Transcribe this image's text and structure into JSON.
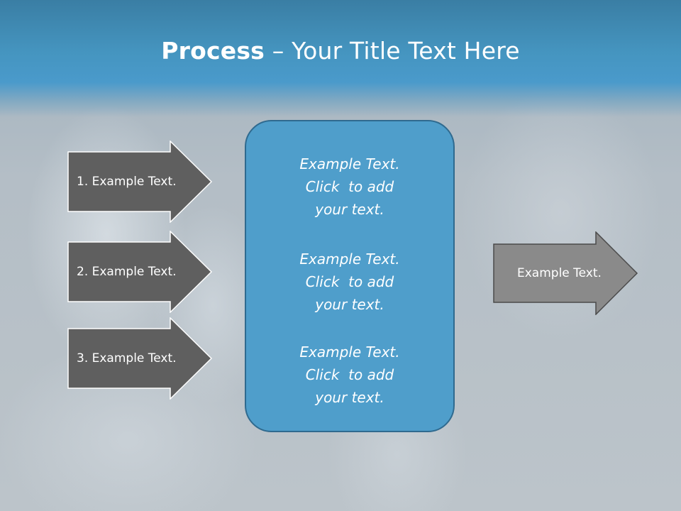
{
  "slide": {
    "title_bold": "Process",
    "title_rest": " – Your Title Text Here"
  },
  "input_arrows": [
    {
      "label": "1. Example Text."
    },
    {
      "label": "2. Example Text."
    },
    {
      "label": "3. Example Text."
    }
  ],
  "center_box": {
    "blocks": [
      {
        "lines": [
          "Example Text.",
          "Click  to add",
          "your text."
        ]
      },
      {
        "lines": [
          "Example Text.",
          "Click  to add",
          "your text."
        ]
      },
      {
        "lines": [
          "Example Text.",
          "Click  to add",
          "your text."
        ]
      }
    ]
  },
  "output_arrow": {
    "label": "Example Text."
  },
  "colors": {
    "header": "#4595c0",
    "center_box_fill": "#4f9ecb",
    "center_box_border": "#2f6a8f",
    "input_arrow_fill": "#5f5f5f",
    "output_arrow_fill": "#8a8a8a",
    "arrow_text": "#ffffff"
  }
}
